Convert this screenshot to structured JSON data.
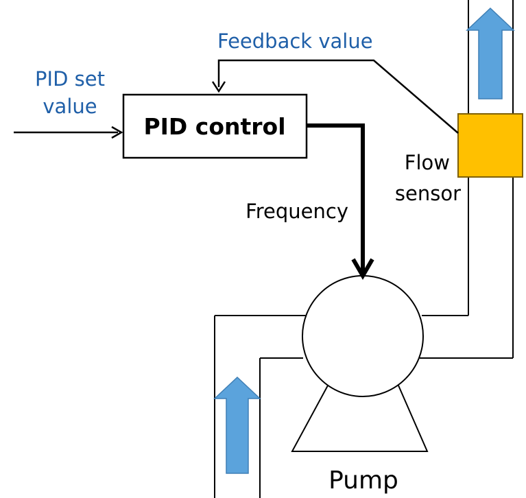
{
  "labels": {
    "feedback": "Feedback value",
    "pid_set_line1": "PID set",
    "pid_set_line2": "value",
    "pid_control": "PID control",
    "flow_line1": "Flow",
    "flow_line2": "sensor",
    "frequency": "Frequency",
    "pump": "Pump"
  },
  "colors": {
    "text_accent": "#1f5fa8",
    "flow_arrow": "#5ba3dc",
    "flow_arrow_outline": "#3f7fb5",
    "sensor_fill": "#ffc000",
    "sensor_outline": "#7f6000"
  },
  "icons": {
    "flow_direction": "up-arrow-icon",
    "pump": "pump-symbol-icon",
    "sensor": "flow-sensor-block"
  }
}
